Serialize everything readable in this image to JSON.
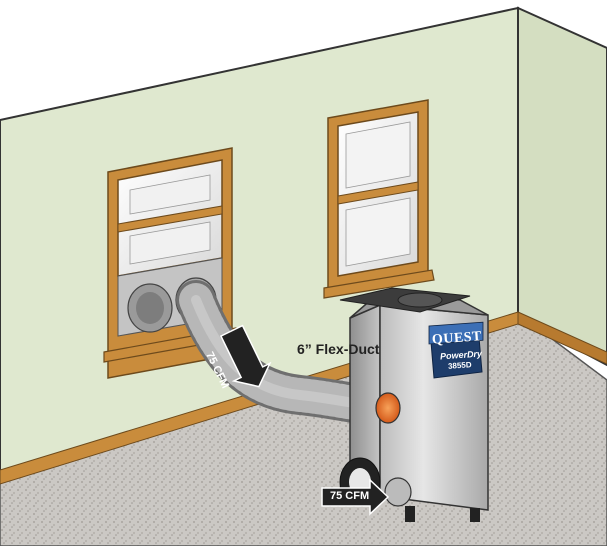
{
  "labels": {
    "duct": "6” Flex-Duct",
    "flow_top": "75 CFM",
    "flow_bottom": "75 CFM"
  },
  "device": {
    "brand": "QUEST",
    "model_line1": "PowerDry",
    "model_line2": "3855D"
  },
  "colors": {
    "wall": "#dfe8cf",
    "window_frame": "#c98c3c",
    "floor": "#c8c5c1",
    "flow_arrow": "#222222",
    "outlet": "#e0742c",
    "device_body": "#d0d0d0"
  }
}
